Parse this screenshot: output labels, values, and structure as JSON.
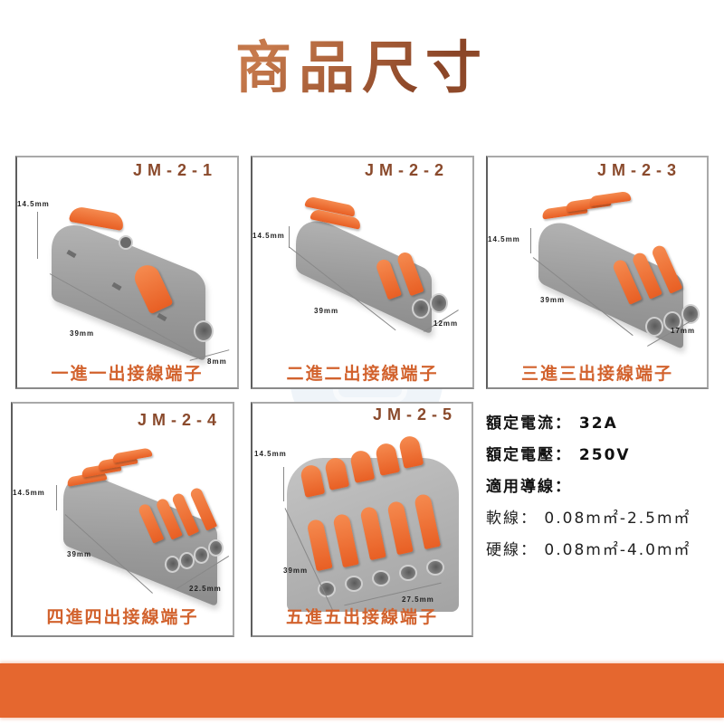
{
  "header": {
    "title": "商品尺寸"
  },
  "colors": {
    "title_brown": "#8b4a2b",
    "model_brown": "#8a4a2c",
    "caption_orange": "#d2622d",
    "lever_orange": "#ee6f33",
    "body_gray": "#a3a3a3",
    "band_orange": "#e5672f"
  },
  "products": [
    {
      "model": "JM-2-1",
      "caption": "一進一出接線端子",
      "height": "14.5mm",
      "length": "39mm",
      "width": "8mm",
      "levers": 1
    },
    {
      "model": "JM-2-2",
      "caption": "二進二出接線端子",
      "height": "14.5mm",
      "length": "39mm",
      "width": "12mm",
      "levers": 2
    },
    {
      "model": "JM-2-3",
      "caption": "三進三出接線端子",
      "height": "14.5mm",
      "length": "39mm",
      "width": "17mm",
      "levers": 3
    },
    {
      "model": "JM-2-4",
      "caption": "四進四出接線端子",
      "height": "14.5mm",
      "length": "39mm",
      "width": "22.5mm",
      "levers": 4
    },
    {
      "model": "JM-2-5",
      "caption": "五進五出接線端子",
      "height": "14.5mm",
      "length": "39mm",
      "width": "27.5mm",
      "levers": 5
    }
  ],
  "specs": {
    "rated_current": "額定電流： 32A",
    "rated_voltage": "額定電壓： 250V",
    "applicable_wire": "適用導線：",
    "soft_wire": "軟線： 0.08m㎡-2.5m㎡",
    "hard_wire": "硬線： 0.08m㎡-4.0m㎡"
  },
  "watermark": {
    "icon": "shopping-cart-icon"
  }
}
